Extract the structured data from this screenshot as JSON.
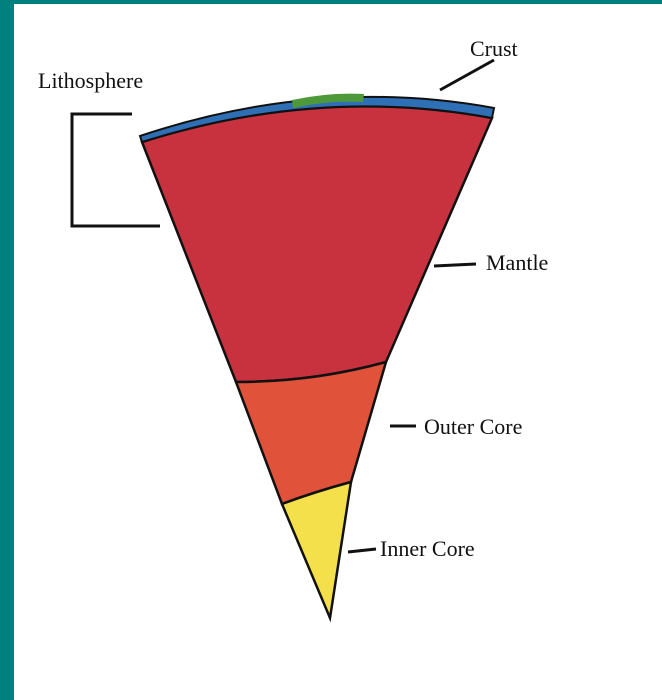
{
  "labels": {
    "crust": "Crust",
    "lithosphere": "Lithosphere",
    "mantle": "Mantle",
    "outer_core": "Outer Core",
    "inner_core": "Inner Core"
  },
  "colors": {
    "background_border": "#00807f",
    "crust_ocean": "#2f6fb6",
    "crust_land": "#4e9a3a",
    "mantle": "#c8323e",
    "outer_core": "#e0523a",
    "inner_core": "#f4e04a",
    "outline": "#111111"
  }
}
